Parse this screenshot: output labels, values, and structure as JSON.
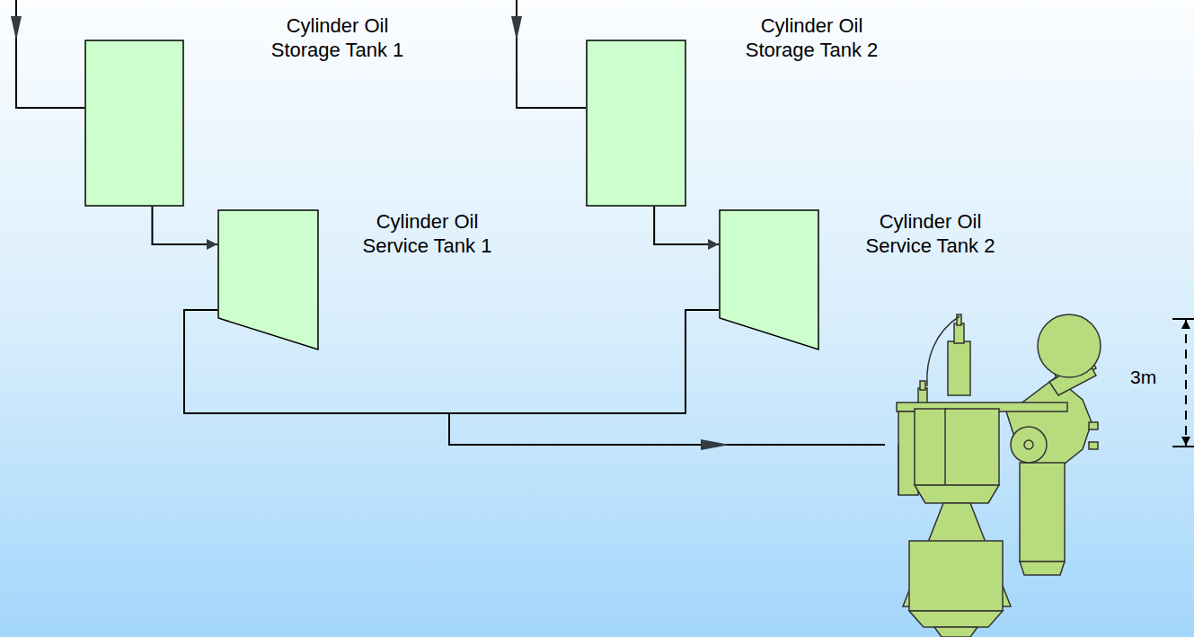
{
  "diagram": {
    "nodes": [
      {
        "text": [
          "Cylinder Oil Storage Tank 1"
        ]
      },
      {
        "text": [
          "Cylinder Oil Service Tank 1"
        ]
      },
      {
        "text": [
          "Cylinder Oil Storage Tank 2"
        ]
      },
      {
        "text": [
          "Cylinder Oil Service Tank 2"
        ]
      }
    ],
    "edges": [
      {
        "from": 0,
        "to": 1,
        "arrow": "to"
      },
      {
        "from": 2,
        "to": 3,
        "arrow": "to"
      }
    ],
    "labels": [
      "3m"
    ]
  }
}
